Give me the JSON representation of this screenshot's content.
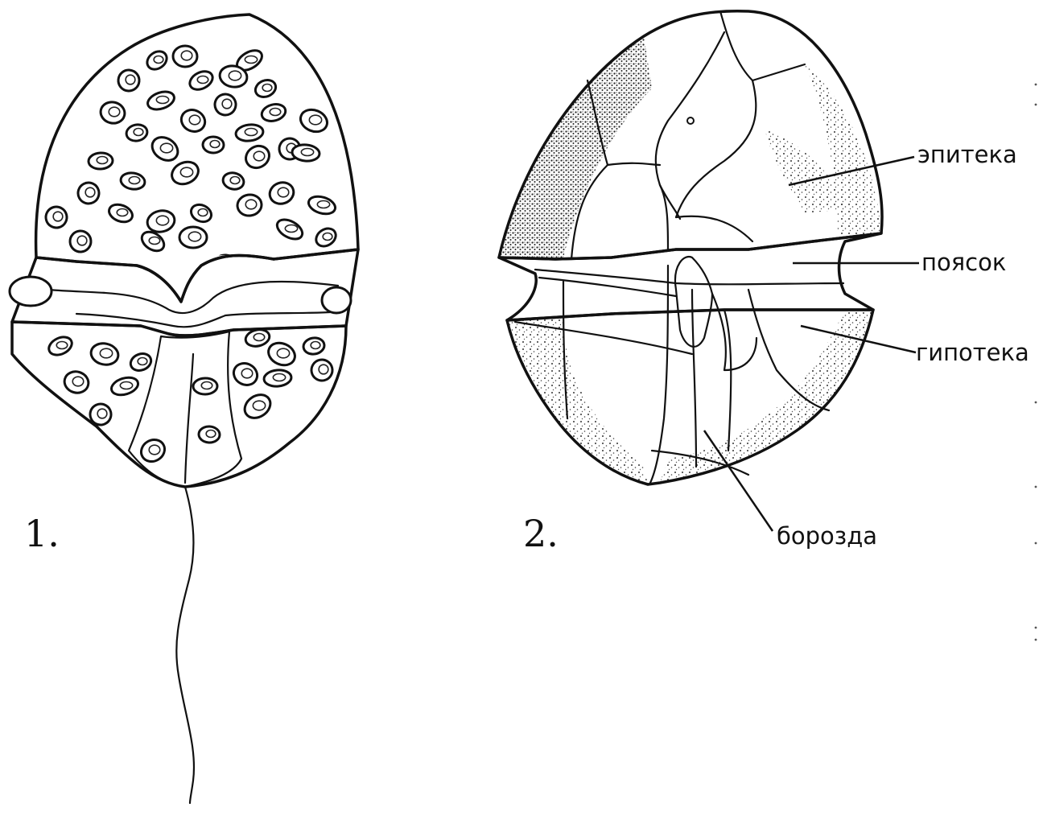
{
  "figures": [
    {
      "number": "1."
    },
    {
      "number": "2."
    }
  ],
  "labels": {
    "epitheca": "эпитека",
    "girdle": "поясок",
    "hypotheca": "гипотека",
    "sulcus": "борозда"
  },
  "colors": {
    "ink": "#111111",
    "paper": "#ffffff"
  }
}
